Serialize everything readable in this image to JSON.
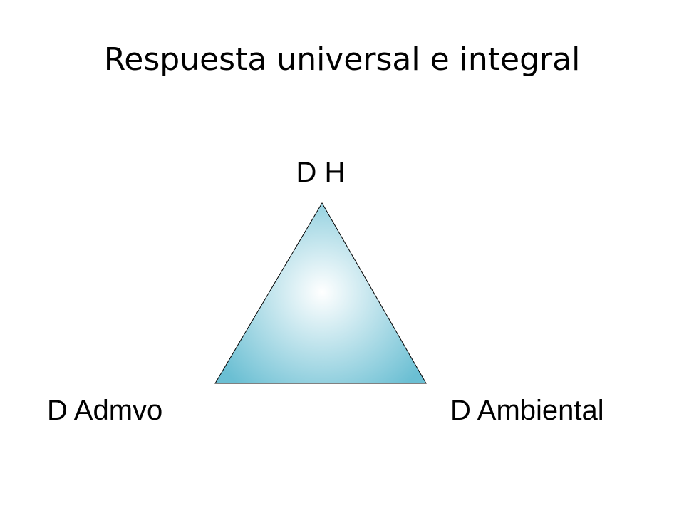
{
  "slide": {
    "title": "Respuesta universal e integral"
  },
  "diagram": {
    "shape": "triangle",
    "fill_center": "#ffffff",
    "fill_edge": "#6bbfd3",
    "stroke": "#000000",
    "vertices": {
      "top": "D H",
      "bottom_left": "D Admvo",
      "bottom_right": "D Ambiental"
    }
  }
}
